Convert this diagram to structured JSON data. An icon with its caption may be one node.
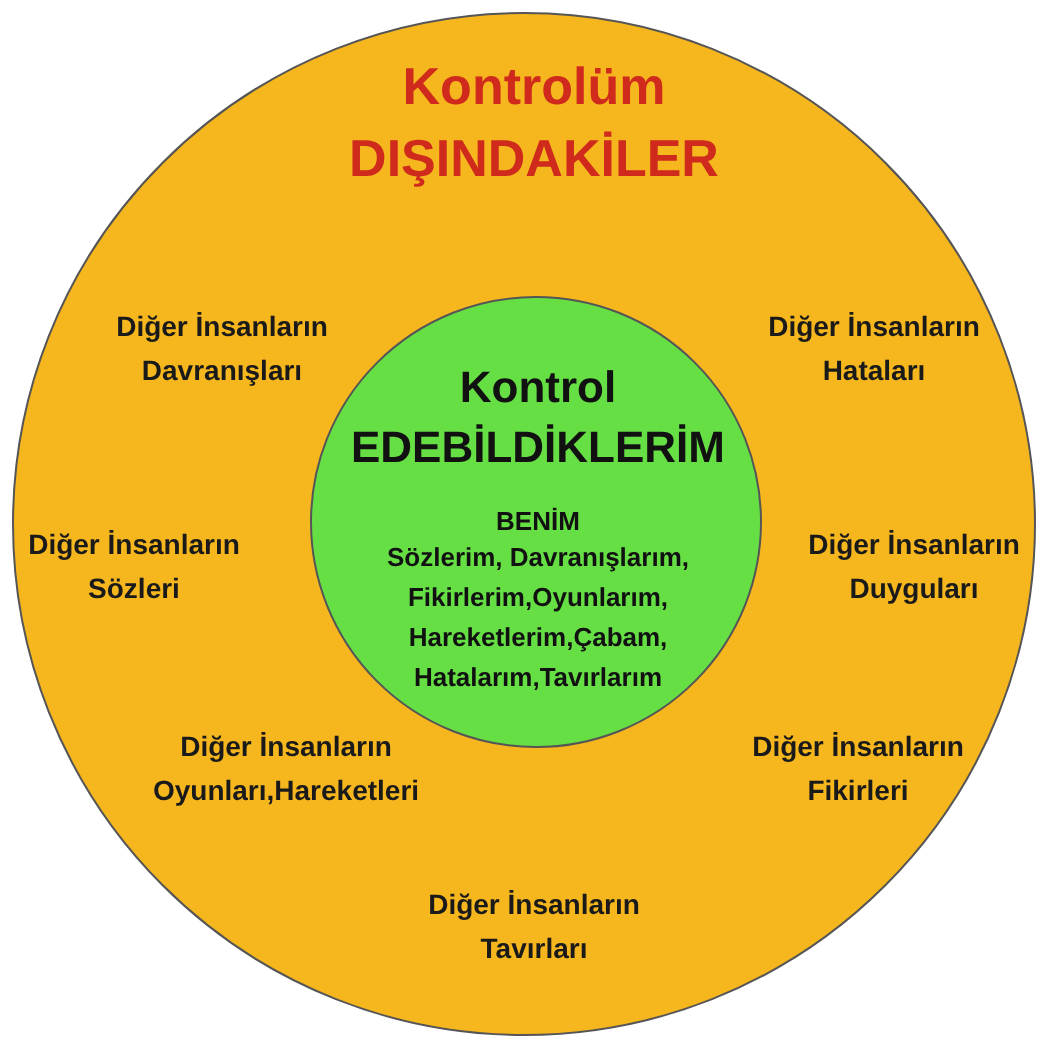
{
  "diagram": {
    "nodes": [
      {
        "text": [
          "Kontrolüm DIŞINDAKİLER",
          "Diğer İnsanların Davranışları",
          "Diğer İnsanların Hataları",
          "Diğer İnsanların Sözleri",
          "Diğer İnsanların Duyguları",
          "Diğer İnsanların Oyunları,Hareketleri",
          "Diğer İnsanların Fikirleri",
          "Diğer İnsanların Tavırları"
        ]
      },
      {
        "text": [
          "Kontrol EDEBİLDİKLERİM",
          "BENİM",
          "Sözlerim, Davranışlarım, Fikirlerim,Oyunlarım, Hareketlerim,Çabam, Hatalarım,Tavırlarım"
        ],
        "in": 0
      }
    ]
  }
}
